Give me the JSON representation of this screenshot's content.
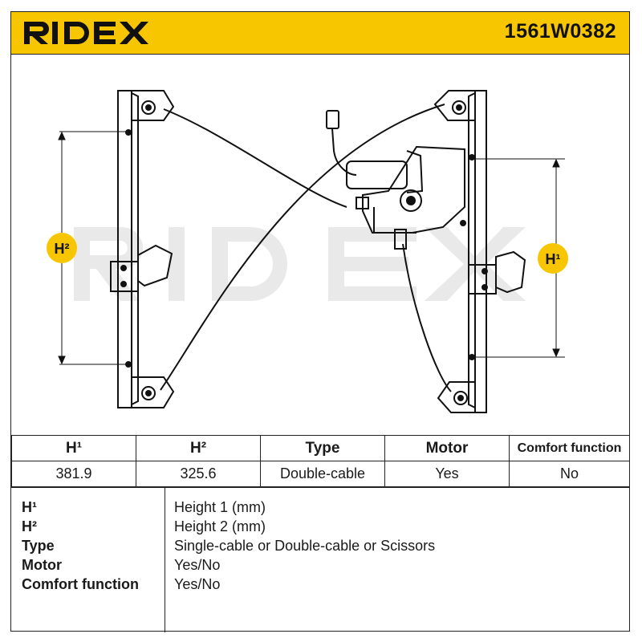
{
  "brand": {
    "logo_text": "RIDEX",
    "part_number": "1561W0382",
    "header_color": "#f7c600",
    "watermark_color": "#e8e8e8"
  },
  "dimensions": {
    "h1_label": "H¹",
    "h2_label": "H²"
  },
  "specs": {
    "headers": [
      "H¹",
      "H²",
      "Type",
      "Motor",
      "Comfort function"
    ],
    "values": [
      "381.9",
      "325.6",
      "Double-cable",
      "Yes",
      "No"
    ]
  },
  "legend": [
    {
      "key": "H¹",
      "value": "Height 1 (mm)"
    },
    {
      "key": "H²",
      "value": "Height 2 (mm)"
    },
    {
      "key": "Type",
      "value": "Single-cable or Double-cable or Scissors"
    },
    {
      "key": "Motor",
      "value": "Yes/No"
    },
    {
      "key": "Comfort function",
      "value": "Yes/No"
    }
  ]
}
